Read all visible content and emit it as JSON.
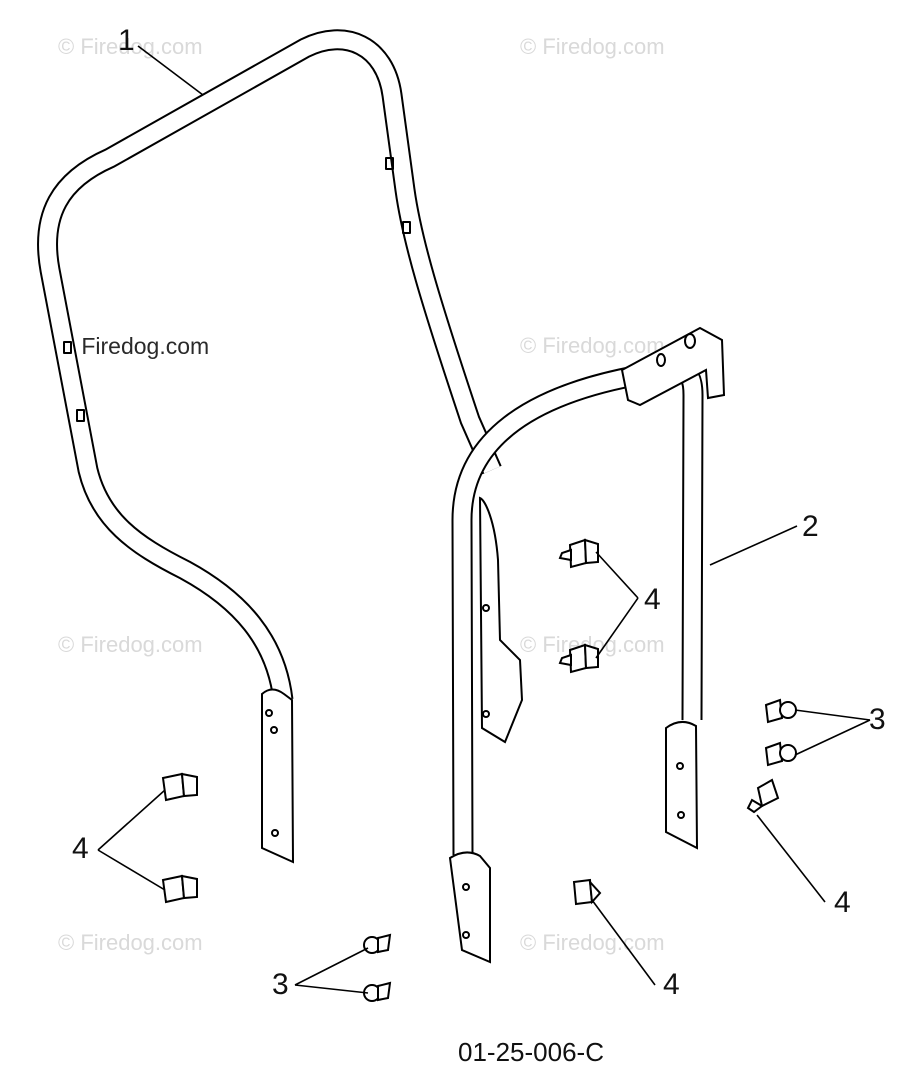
{
  "watermarks": [
    "© Firedog.com",
    "© Firedog.com",
    "© Firedog.com",
    "© Firedog.com",
    "© Firedog.com",
    "© Firedog.com",
    "© Firedog.com",
    "© Firedog.com"
  ],
  "callouts": {
    "c1": "1",
    "c2": "2",
    "c3a": "3",
    "c3b": "3",
    "c4a": "4",
    "c4b": "4",
    "c4c": "4",
    "c4d": "4"
  },
  "drawing_code": "01-25-006-C"
}
